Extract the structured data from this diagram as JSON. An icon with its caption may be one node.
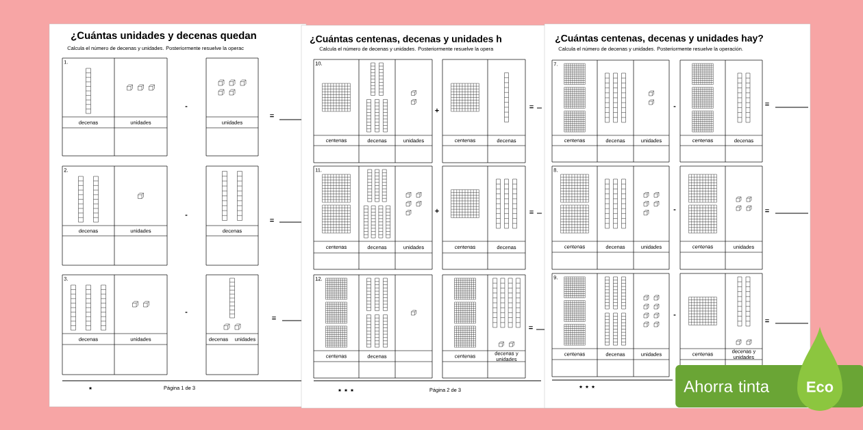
{
  "diagram": {
    "nodes": [
      {
        "text": [
          "¿Cuántas unidades y decenas quedan",
          "Calcula el número de decenas y unidades. Posteriormente resuelve la operac"
        ]
      },
      {
        "text": [
          "1.",
          "decenas",
          "unidades"
        ],
        "in": 0
      },
      {
        "text": [
          "unidades"
        ],
        "in": 0
      },
      {
        "text": [
          "2.",
          "decenas",
          "unidades"
        ],
        "in": 0
      },
      {
        "text": [
          "decenas"
        ],
        "in": 0
      },
      {
        "text": [
          "3.",
          "decenas",
          "unidades"
        ],
        "in": 0
      },
      {
        "text": [
          "decenas",
          "unidades"
        ],
        "in": 0
      },
      {
        "text": [
          "¿Cuántas centenas, decenas y unidades h",
          "Calcula el número de decenas y unidades. Posteriormente resuelve la opera"
        ]
      },
      {
        "text": [
          "10.",
          "centenas",
          "decenas",
          "unidades"
        ],
        "in": 7
      },
      {
        "text": [
          "centenas",
          "decenas"
        ],
        "in": 7
      },
      {
        "text": [
          "11.",
          "centenas",
          "decenas",
          "unidades"
        ],
        "in": 7
      },
      {
        "text": [
          "centenas",
          "decenas"
        ],
        "in": 7
      },
      {
        "text": [
          "12.",
          "centenas",
          "decenas"
        ],
        "in": 7
      },
      {
        "text": [
          "centenas",
          "decenas y unidades"
        ],
        "in": 7
      },
      {
        "text": [
          "¿Cuántas centenas, decenas y unidades hay?",
          "Calcula el número de decenas y unidades. Posteriormente resuelve la operación."
        ]
      },
      {
        "text": [
          "7.",
          "centenas",
          "decenas",
          "unidades"
        ],
        "in": 14
      },
      {
        "text": [
          "centenas",
          "decenas"
        ],
        "in": 14
      },
      {
        "text": [
          "8.",
          "centenas",
          "decenas",
          "unidades"
        ],
        "in": 14
      },
      {
        "text": [
          "centenas",
          "unidades"
        ],
        "in": 14
      },
      {
        "text": [
          "9.",
          "centenas",
          "decenas",
          "unidades"
        ],
        "in": 14
      },
      {
        "text": [
          "centenas",
          "decenas y unidades"
        ],
        "in": 14
      },
      {
        "text": [
          "Ahorra tinta"
        ]
      },
      {
        "text": [
          "Eco"
        ]
      }
    ],
    "labels": [
      "-",
      "=",
      "-",
      "=",
      "-",
      "=",
      "Página 1 de 3",
      "+",
      "=",
      "+",
      "=",
      "=",
      "Página 2 de 3",
      "-",
      "=",
      "-",
      "=",
      "-",
      "="
    ]
  }
}
